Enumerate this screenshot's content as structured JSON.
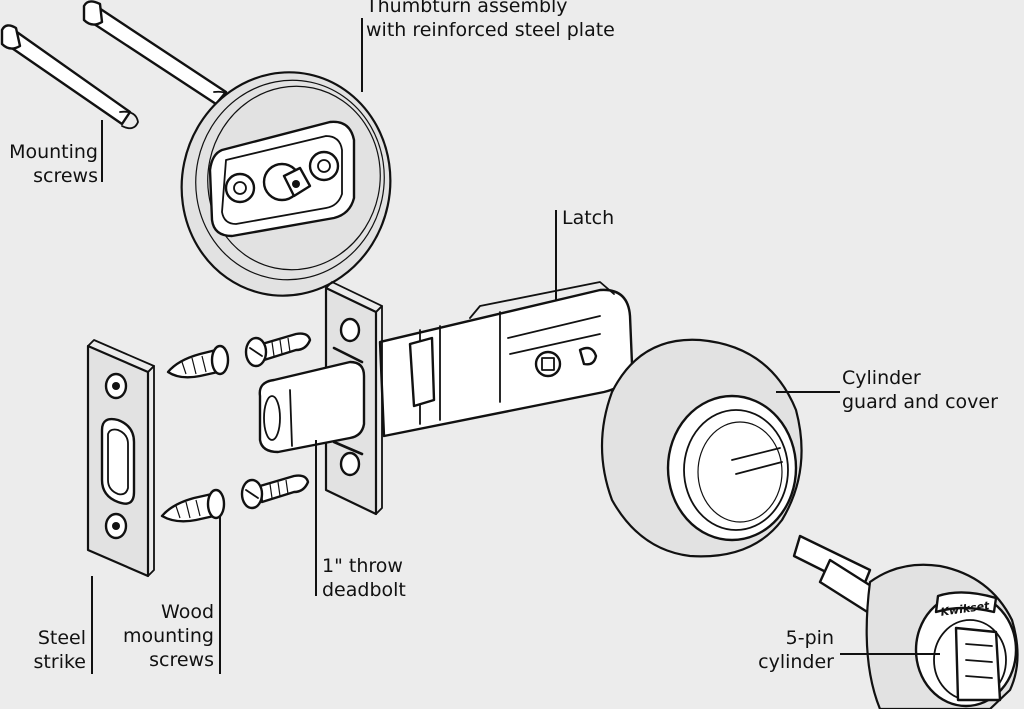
{
  "labels": {
    "thumbturn": "Thumbturn assembly\nwith reinforced steel plate",
    "mounting_screws": "Mounting\nscrews",
    "latch": "Latch",
    "cylinder_guard": "Cylinder\nguard and cover",
    "deadbolt": "1\" throw\ndeadbolt",
    "wood_screws": "Wood\nmounting\nscrews",
    "steel_strike": "Steel\nstrike",
    "cylinder": "5-pin\ncylinder"
  },
  "logo_text": "Kwikset"
}
